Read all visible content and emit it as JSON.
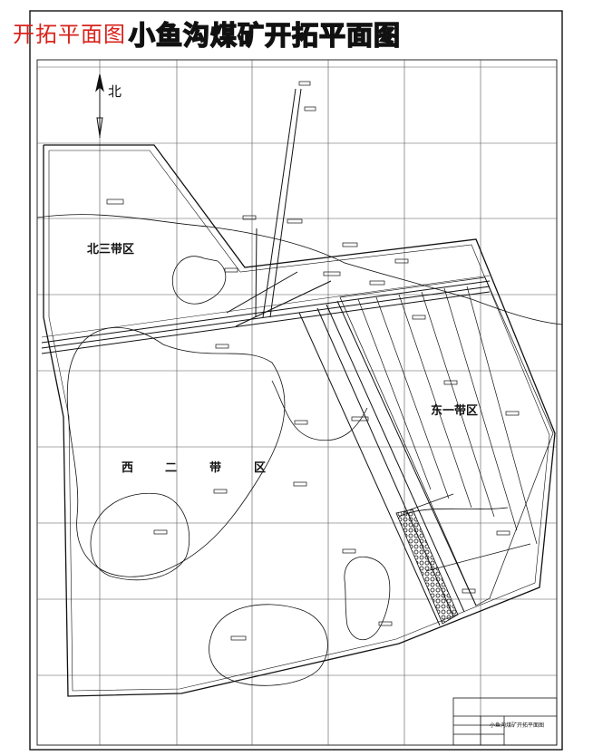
{
  "corner_title": "开拓平面图",
  "main_title": "小鱼沟煤矿开拓平面图",
  "north_label": "北",
  "zones": {
    "north_three": "北三带区",
    "east_one": "东一带区",
    "west_two_chars": [
      "西",
      "二",
      "带",
      "区"
    ]
  },
  "title_block": {
    "drawing_name": "小鱼沟煤矿开拓平面图"
  },
  "colors": {
    "line": "#111111",
    "corner_title": "#d8231c"
  }
}
